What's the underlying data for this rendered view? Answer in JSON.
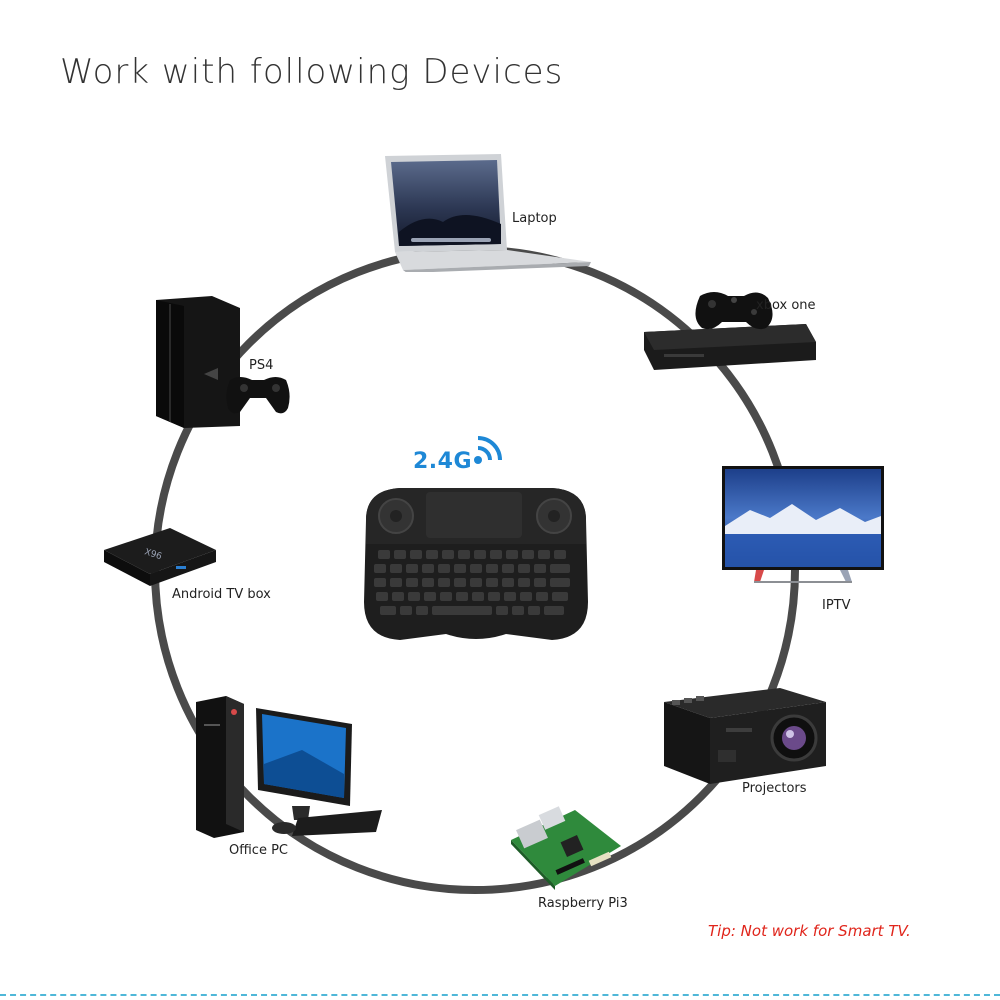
{
  "header": {
    "title": "Work with following Devices"
  },
  "center": {
    "wireless_label": "2.4G",
    "device": "mini-keyboard-touchpad"
  },
  "devices": {
    "laptop": "Laptop",
    "xbox": "xbox one",
    "iptv": "IPTV",
    "projectors": "Projectors",
    "raspberry": "Raspberry Pi3",
    "office_pc": "Office PC",
    "android_box": "Android TV box",
    "ps4": "PS4"
  },
  "footer": {
    "tip": "Tip: Not work for Smart TV."
  },
  "colors": {
    "ring": "#4a4a4a",
    "accent_blue": "#1e88d6",
    "tip_red": "#e0251b",
    "divider": "#4fb7d8"
  }
}
